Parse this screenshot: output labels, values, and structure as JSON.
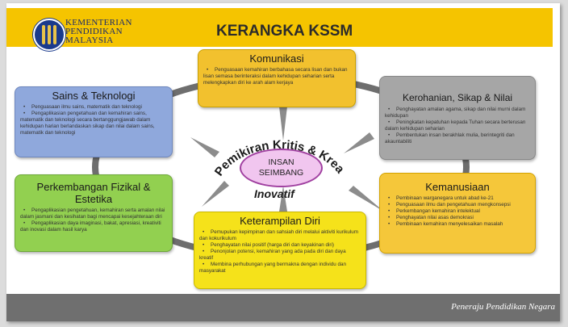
{
  "header": {
    "ministry_line1": "KEMENTERIAN",
    "ministry_line2": "PENDIDIKAN",
    "ministry_line3": "MALAYSIA",
    "title": "KERANGKA KSSM"
  },
  "center": {
    "line1": "INSAN",
    "line2": "SEIMBANG",
    "arc": "Pemikiran Kritis & Kreatif",
    "bottom": "Inovatif"
  },
  "komunikasi": {
    "title": "Komunikasi",
    "items": [
      "Penguasaan kemahiran berbahasa secara lisan dan bukan lisan semasa berinteraksi dalam kehidupan seharian serta melengkapkan diri ke arah alam kerjaya"
    ]
  },
  "sains": {
    "title": "Sains & Teknologi",
    "items": [
      "Penguasaan ilmu sains, matematik dan teknologi",
      "Pengaplikasian pengetahuan dan kemahiran sains, matematik dan teknologi secara bertanggungjawab dalam kehidupan harian berlandaskan sikap dan nilai dalam sains, matematik dan teknologi"
    ]
  },
  "kerohanian": {
    "title": "Kerohanian, Sikap & Nilai",
    "items": [
      "Penghayatan amalan agama, sikap dan nilai murni dalam kehidupan",
      "Peningkatan kepatuhan kepada Tuhan secara berterusan dalam kehidupan seharian",
      "Pembentukan insan berakhlak mulia, berintegriti dan akauntabiliti"
    ]
  },
  "fizikal": {
    "title_line1": "Perkembangan Fizikal &",
    "title_line2": "Estetika",
    "items": [
      "Pengaplikasian pengetahuan, kemahiran serta amalan nilai dalam jasmani dan kesihatan bagi mencapai kesejahteraan diri",
      "Pengaplikasian daya imaginasi, bakat, apresiasi, kreativiti dan inovasi dalam hasil karya"
    ]
  },
  "kemanusiaan": {
    "title": "Kemanusiaan",
    "items": [
      "Pembinaan warganegara untuk abad ke-21",
      "Penguasaan ilmu dan pengetahuan mengkonsepsi",
      "Perkembangan kemahiran intelektual",
      "Penghayatan nilai asas demokrasi",
      "Pembinaan kemahiran menyelesaikan masalah"
    ]
  },
  "keterampilan": {
    "title": "Keterampilan Diri",
    "items": [
      "Pemupukan kepimpinan dan sahsiah diri melalui aktiviti kurikulum dan kokurikulum",
      "Penghayatan nilai positif (harga diri dan keyakinan diri)",
      "Penonjolan potensi, kemahiran yang ada pada diri dan daya kreatif",
      "Membina perhubungan yang bermakna dengan individu dan masyarakat"
    ]
  },
  "footer": {
    "text": "Peneraju Pendidikan Negara"
  },
  "colors": {
    "header": "#f5c400",
    "komunikasi": "#f2c12e",
    "sains": "#8fa8dc",
    "kerohanian": "#a6a6a6",
    "fizikal": "#92d050",
    "kemanusiaan": "#f5c73a",
    "keterampilan": "#f5e21a",
    "center": "#f1c6ef"
  }
}
